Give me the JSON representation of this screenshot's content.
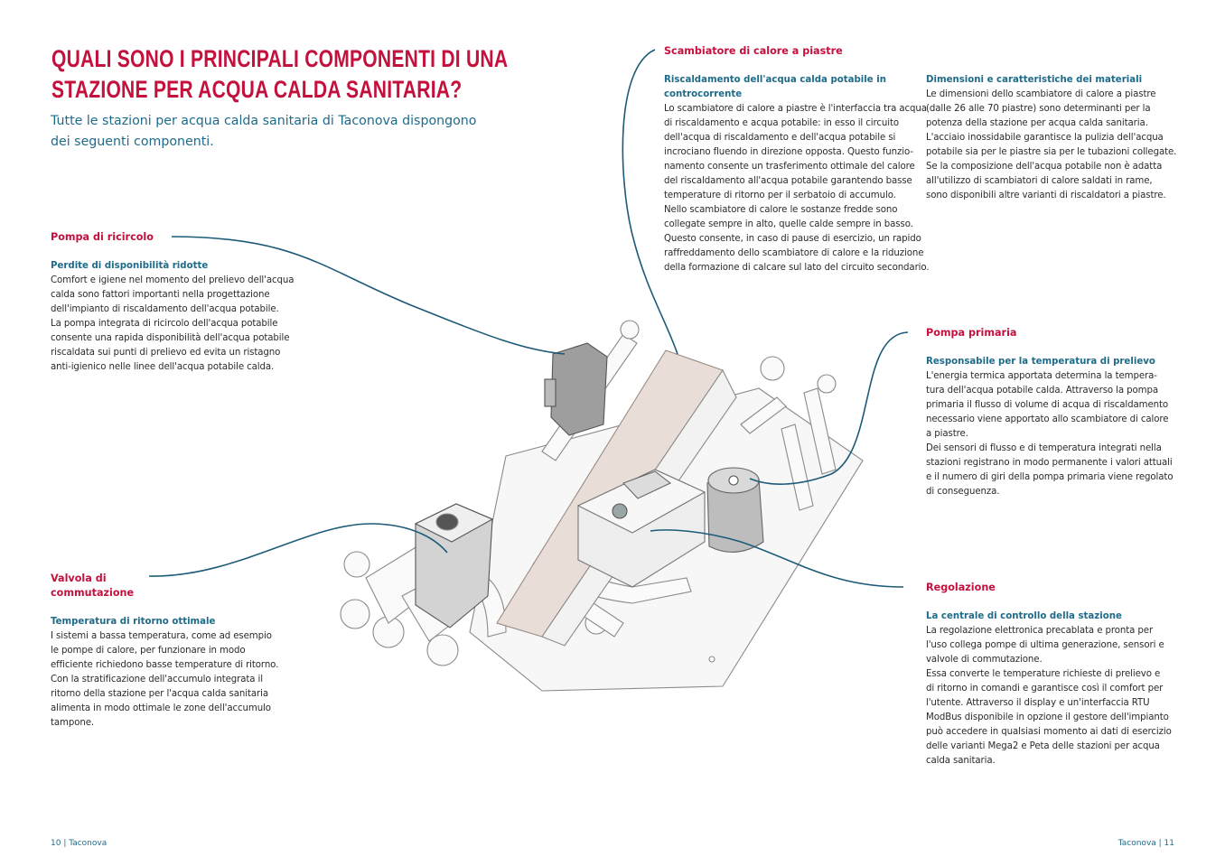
{
  "header": {
    "title": "QUALI SONO I PRINCIPALI COMPONENTI DI UNA\nSTAZIONE PER ACQUA CALDA SANITARIA?",
    "subtitle": "Tutte le stazioni per acqua calda sanitaria di Taconova dispongono\ndei seguenti componenti."
  },
  "sections": {
    "pompa_ricircolo": {
      "title": "Pompa di ricircolo",
      "subtitle": "Perdite di disponibilità ridotte",
      "body": "Comfort e igiene nel momento del prelievo dell'acqua\ncalda sono fattori importanti nella progettazione\ndell'impianto di riscaldamento dell'acqua potabile.\nLa pompa integrata di ricircolo dell'acqua potabile\nconsente una rapida disponibilità dell'acqua potabile\nriscaldata sui punti di prelievo ed evita un ristagno\nanti-igienico nelle linee dell'acqua potabile calda."
    },
    "valvola": {
      "title": "Valvola di\ncommutazione",
      "subtitle": "Temperatura di ritorno ottimale",
      "body": "I sistemi a bassa temperatura, come ad esempio\nle pompe di calore, per funzionare in modo\nefficiente richiedono basse temperature di ritorno.\nCon la stratificazione dell'accumulo integrata il\nritorno della stazione per l'acqua calda sanitaria\nalimenta in modo ottimale le zone dell'accumulo\ntampone."
    },
    "scambiatore": {
      "title": "Scambiatore di calore a piastre",
      "subtitle": "Riscaldamento dell'acqua calda potabile in\ncontrocorrente",
      "body": "Lo scambiatore di calore a piastre è l'interfaccia tra acqua\ndi riscaldamento e acqua potabile: in esso il circuito\ndell'acqua di riscaldamento e dell'acqua potabile si\nincrociano fluendo in direzione opposta. Questo funzio-\nnamento consente un trasferimento ottimale del calore\ndel riscaldamento all'acqua potabile garantendo basse\ntemperature di ritorno per il serbatoio di accumulo.\nNello scambiatore di calore le sostanze fredde sono\ncollegate sempre in alto, quelle calde sempre in basso.\nQuesto consente, in caso di pause di esercizio, un rapido\nraffreddamento dello scambiatore di calore e la riduzione\ndella formazione di calcare sul lato del circuito secondario.",
      "subtitle2": "Dimensioni e caratteristiche dei materiali",
      "body2": "Le dimensioni dello scambiatore di calore a piastre\n(dalle 26 alle 70 piastre) sono determinanti per la\npotenza della stazione per acqua calda sanitaria.\nL'acciaio inossidabile garantisce la pulizia dell'acqua\npotabile sia per le piastre sia per le tubazioni collegate.\nSe la composizione dell'acqua potabile non è adatta\nall'utilizzo di scambiatori di calore saldati in rame,\nsono disponibili altre varianti di riscaldatori a piastre."
    },
    "pompa_primaria": {
      "title": "Pompa primaria",
      "subtitle": "Responsabile per la temperatura di prelievo",
      "body": "L'energia termica apportata determina la tempera-\ntura dell'acqua potabile calda. Attraverso la pompa\nprimaria il flusso di volume di acqua di riscaldamento\nnecessario viene apportato allo scambiatore di calore\na piastre.\nDei sensori di flusso e di temperatura integrati nella\nstazioni registrano in modo permanente i valori attuali\ne il numero di giri della pompa primaria viene regolato\ndi conseguenza."
    },
    "regolazione": {
      "title": "Regolazione",
      "subtitle": "La centrale di controllo della stazione",
      "body": "La regolazione elettronica precablata e pronta per\nl'uso collega pompe di ultima generazione, sensori e\nvalvole di commutazione.\nEssa converte le temperature richieste di prelievo e\ndi ritorno in comandi e garantisce così il comfort per\nl'utente. Attraverso il display e un'interfaccia RTU\nModBus disponibile in opzione il gestore dell'impianto\npuò accedere in qualsiasi momento ai dati di esercizio\ndelle varianti Mega2 e Peta delle stazioni per acqua\ncalda sanitaria."
    }
  },
  "footer": {
    "left": "10  |  Taconova",
    "right": "Taconova  |  11"
  },
  "colors": {
    "accent_red": "#c4103c",
    "accent_blue": "#1e6b8a",
    "leader_line": "#1d5a78"
  }
}
